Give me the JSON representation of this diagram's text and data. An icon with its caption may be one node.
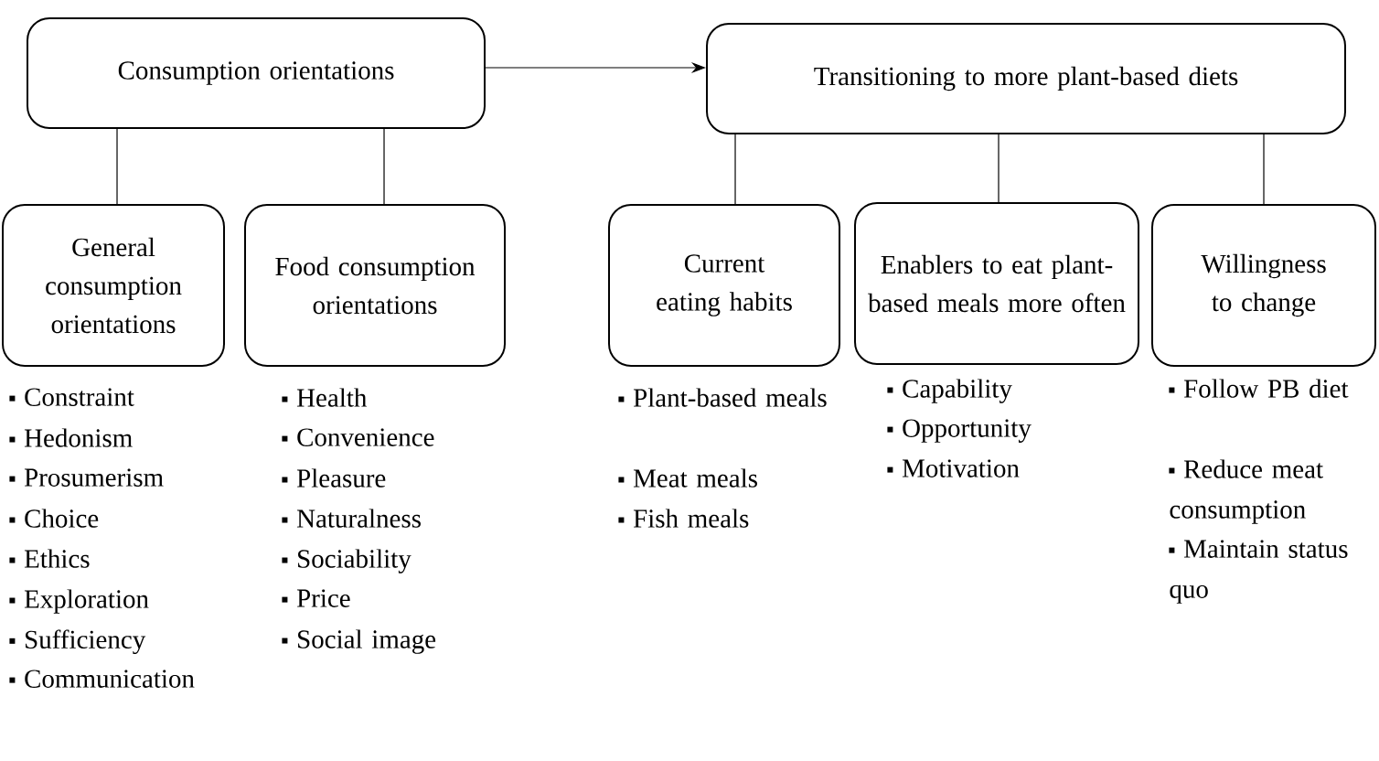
{
  "diagram": {
    "nodes": [
      {
        "text": [
          "Consumption orientations"
        ]
      },
      {
        "text": [
          "Transitioning to more plant-based diets"
        ]
      },
      {
        "text": [
          "General consumption orientations"
        ],
        "beside": [
          "Constraint",
          "Hedonism",
          "Prosumerism",
          "Choice",
          "Ethics",
          "Exploration",
          "Sufficiency",
          "Communication"
        ]
      },
      {
        "text": [
          "Food consumption orientations"
        ],
        "beside": [
          "Health",
          "Convenience",
          "Pleasure",
          "Naturalness",
          "Sociability",
          "Price",
          "Social image"
        ]
      },
      {
        "text": [
          "Current eating habits"
        ],
        "beside": [
          "Plant-based meals",
          "Meat meals",
          "Fish meals"
        ]
      },
      {
        "text": [
          "Enablers to eat plant-based meals more often"
        ],
        "beside": [
          "Capability",
          "Opportunity",
          "Motivation"
        ]
      },
      {
        "text": [
          "Willingness to change"
        ],
        "beside": [
          "Follow PB diet",
          "Reduce meat consumption",
          "Maintain status quo"
        ]
      }
    ],
    "edges": [
      {
        "from": 0,
        "to": 1,
        "arrow": "to"
      },
      {
        "from": 0,
        "to": 2,
        "arrow": "none"
      },
      {
        "from": 0,
        "to": 3,
        "arrow": "none"
      },
      {
        "from": 1,
        "to": 4,
        "arrow": "none"
      },
      {
        "from": 1,
        "to": 5,
        "arrow": "none"
      },
      {
        "from": 1,
        "to": 6,
        "arrow": "none"
      }
    ]
  }
}
